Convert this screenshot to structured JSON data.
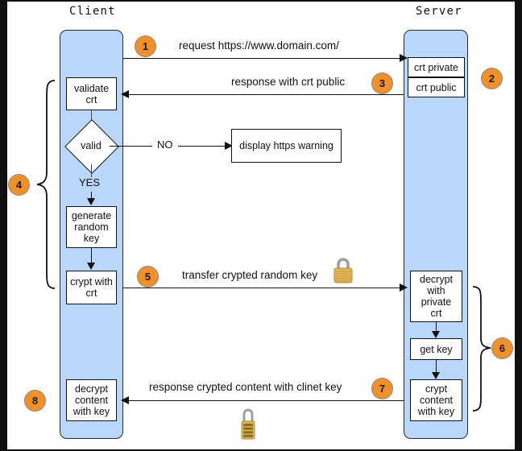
{
  "diagram": {
    "title": "HTTPS/TLS handshake sequence",
    "colors": {
      "lifeline_fill": "#b9d6fb",
      "badge_fill": "#f0902a",
      "box_fill": "#ffffff",
      "stroke": "#111111",
      "lock_body": "#d9a441",
      "lock_shackle": "#9aa0a6"
    }
  },
  "columns": {
    "client": {
      "header": "Client"
    },
    "server": {
      "header": "Server"
    }
  },
  "client_steps": {
    "validate": "validate\ncrt",
    "validate_l1": "validate",
    "validate_l2": "crt",
    "decision": "valid",
    "decision_no": "NO",
    "decision_yes": "YES",
    "generate_l1": "generate",
    "generate_l2": "random",
    "generate_l3": "key",
    "crypt_l1": "crypt with",
    "crypt_l2": "crt",
    "decrypt_l1": "decrypt",
    "decrypt_l2": "content",
    "decrypt_l3": "with key"
  },
  "external": {
    "warning": "display https warning"
  },
  "server_steps": {
    "crt_private": "crt private",
    "crt_public": "crt public",
    "decrypt_l1": "decrypt",
    "decrypt_l2": "with",
    "decrypt_l3": "private",
    "decrypt_l4": "crt",
    "get_key": "get key",
    "crypt_l1": "crypt",
    "crypt_l2": "content",
    "crypt_l3": "with key"
  },
  "messages": {
    "m1": "request https://www.domain.com/",
    "m3": "response with crt public",
    "m5": "transfer crypted random key",
    "m7": "response crypted content with clinet key"
  },
  "badges": {
    "b1": "1",
    "b2": "2",
    "b3": "3",
    "b4": "4",
    "b5": "5",
    "b6": "6",
    "b7": "7",
    "b8": "8"
  },
  "icons": {
    "lock_transfer": "padlock-icon",
    "lock_response": "combination-padlock-icon"
  }
}
